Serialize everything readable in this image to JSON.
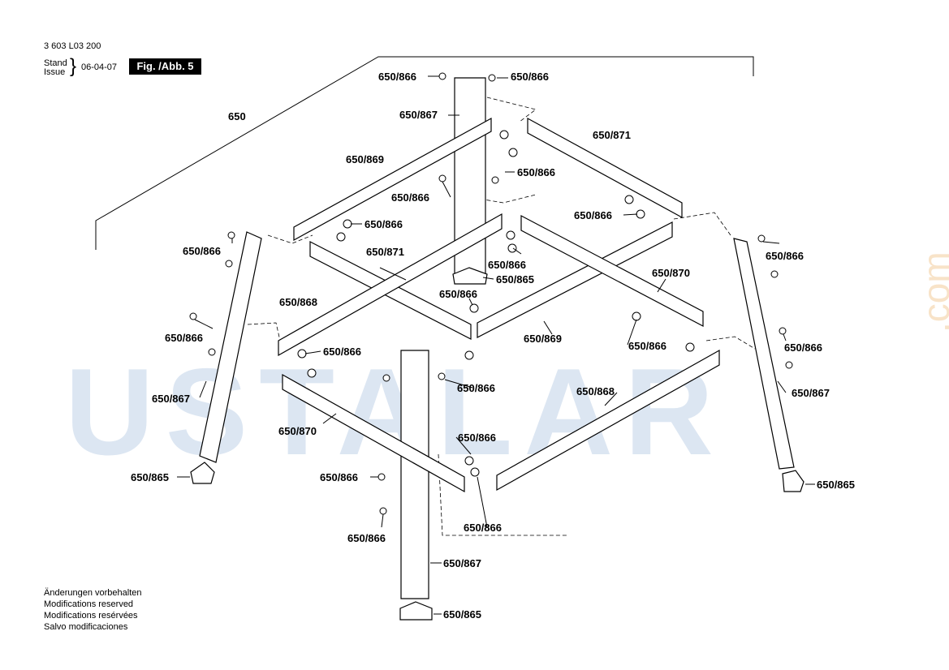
{
  "header": {
    "doc_number": "3 603 L03 200",
    "stand_label": "Stand",
    "issue_label": "Issue",
    "date": "06-04-07",
    "figure": "Fig. /Abb. 5"
  },
  "assembly_label": "650",
  "part_labels": [
    "650/866",
    "650/866",
    "650/867",
    "650/871",
    "650/869",
    "650/866",
    "650/866",
    "650/866",
    "650/866",
    "650/866",
    "650/871",
    "650/866",
    "650/865",
    "650/866",
    "650/870",
    "650/868",
    "650/866",
    "650/869",
    "650/866",
    "650/866",
    "650/866",
    "650/866",
    "650/866",
    "650/867",
    "650/868",
    "650/867",
    "650/870",
    "650/866",
    "650/866",
    "650/865",
    "650/866",
    "650/865",
    "650/866",
    "650/867",
    "650/865"
  ],
  "notes": [
    "Änderungen vorbehalten",
    "Modifications reserved",
    "Modifications resérvées",
    "Salvo modificaciones"
  ],
  "watermark": {
    "text": "USTALAR",
    "suffix": ".com"
  },
  "colors": {
    "ink": "#000000",
    "watermark_blue": "#dce6f2",
    "watermark_orange": "#f8e3c8"
  }
}
